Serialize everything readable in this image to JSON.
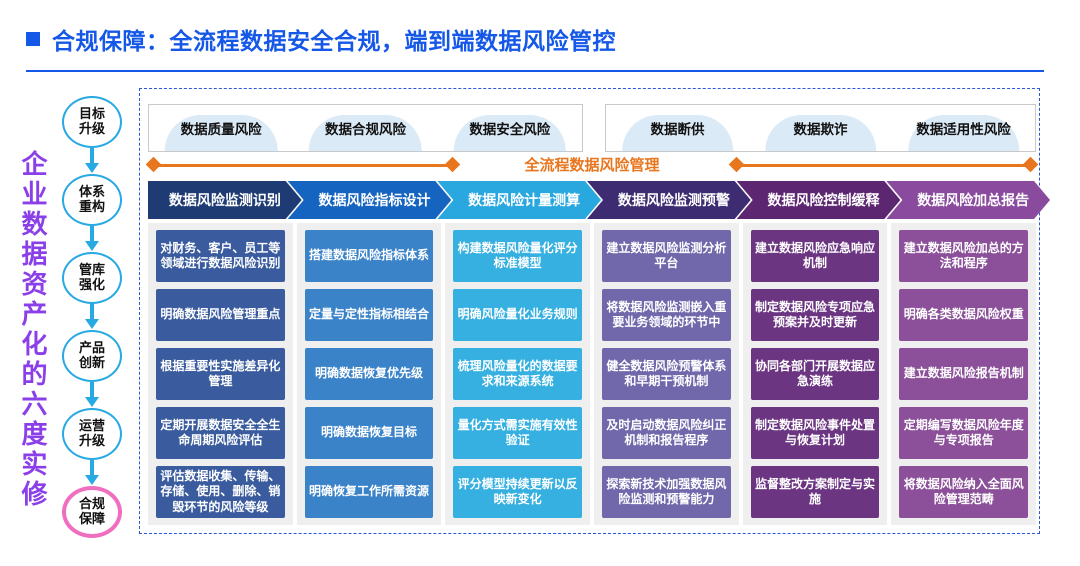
{
  "title": {
    "bullet": "square-bullet",
    "text": "合规保障：全流程数据安全合规，端到端数据风险管控"
  },
  "sidebar": {
    "vertical_label": "企业数据资产化的六度实修",
    "steps": [
      {
        "line1": "目标",
        "line2": "升级"
      },
      {
        "line1": "体系",
        "line2": "重构"
      },
      {
        "line1": "管库",
        "line2": "强化"
      },
      {
        "line1": "产品",
        "line2": "创新"
      },
      {
        "line1": "运营",
        "line2": "升级"
      },
      {
        "line1": "合规",
        "line2": "保障"
      }
    ],
    "active_step_index": 5,
    "circle_color": "#27a9e3",
    "active_circle_color": "#f06ec0",
    "label_color": "#8b3fe8"
  },
  "top_groups": [
    {
      "items": [
        "数据质量风险",
        "数据合规风险",
        "数据安全风险"
      ]
    },
    {
      "items": [
        "数据断供",
        "数据欺诈",
        "数据适用性风险"
      ]
    }
  ],
  "flow_band": {
    "label": "全流程数据风险管理",
    "color": "#e8761f"
  },
  "chevrons": [
    {
      "label": "数据风险监测识别",
      "color": "#1f3b73"
    },
    {
      "label": "数据风险指标设计",
      "color": "#1565c0"
    },
    {
      "label": "数据风险计量测算",
      "color": "#29a8e0"
    },
    {
      "label": "数据风险监测预警",
      "color": "#3d2c72"
    },
    {
      "label": "数据风险控制缓释",
      "color": "#5c2670"
    },
    {
      "label": "数据风险加总报告",
      "color": "#8a4b9e"
    }
  ],
  "columns": [
    {
      "cell_color": "#3a5c9e",
      "cells": [
        "对财务、客户、员工等领域进行数据风险识别",
        "明确数据风险管理重点",
        "根据重要性实施差异化管理",
        "定期开展数据安全全生命周期风险评估",
        "评估数据收集、传输、存储、使用、删除、销毁环节的风险等级"
      ]
    },
    {
      "cell_color": "#3a83c9",
      "cells": [
        "搭建数据风险指标体系",
        "定量与定性指标相结合",
        "明确数据恢复优先级",
        "明确数据恢复目标",
        "明确恢复工作所需资源"
      ]
    },
    {
      "cell_color": "#35b0e0",
      "cells": [
        "构建数据风险量化评分标准模型",
        "明确风险量化业务规则",
        "梳理风险量化的数据要求和来源系统",
        "量化方式需实施有效性验证",
        "评分模型持续更新以反映新变化"
      ]
    },
    {
      "cell_color": "#7068ab",
      "cells": [
        "建立数据风险监测分析平台",
        "将数据风险监测嵌入重要业务领域的环节中",
        "健全数据风险预警体系和早期干预机制",
        "及时启动数据风险纠正机制和报告程序",
        "探索新技术加强数据风险监测和预警能力"
      ]
    },
    {
      "cell_color": "#6c3582",
      "cells": [
        "建立数据风险应急响应机制",
        "制定数据风险专项应急预案并及时更新",
        "协同各部门开展数据应急演练",
        "制定数据风险事件处置与恢复计划",
        "监督整改方案制定与实施"
      ]
    },
    {
      "cell_color": "#8b5099",
      "cells": [
        "建立数据风险加总的方法和程序",
        "明确各类数据风险权重",
        "建立数据风险报告机制",
        "定期编写数据风险年度与专项报告",
        "将数据风险纳入全面风险管理范畴"
      ]
    }
  ]
}
